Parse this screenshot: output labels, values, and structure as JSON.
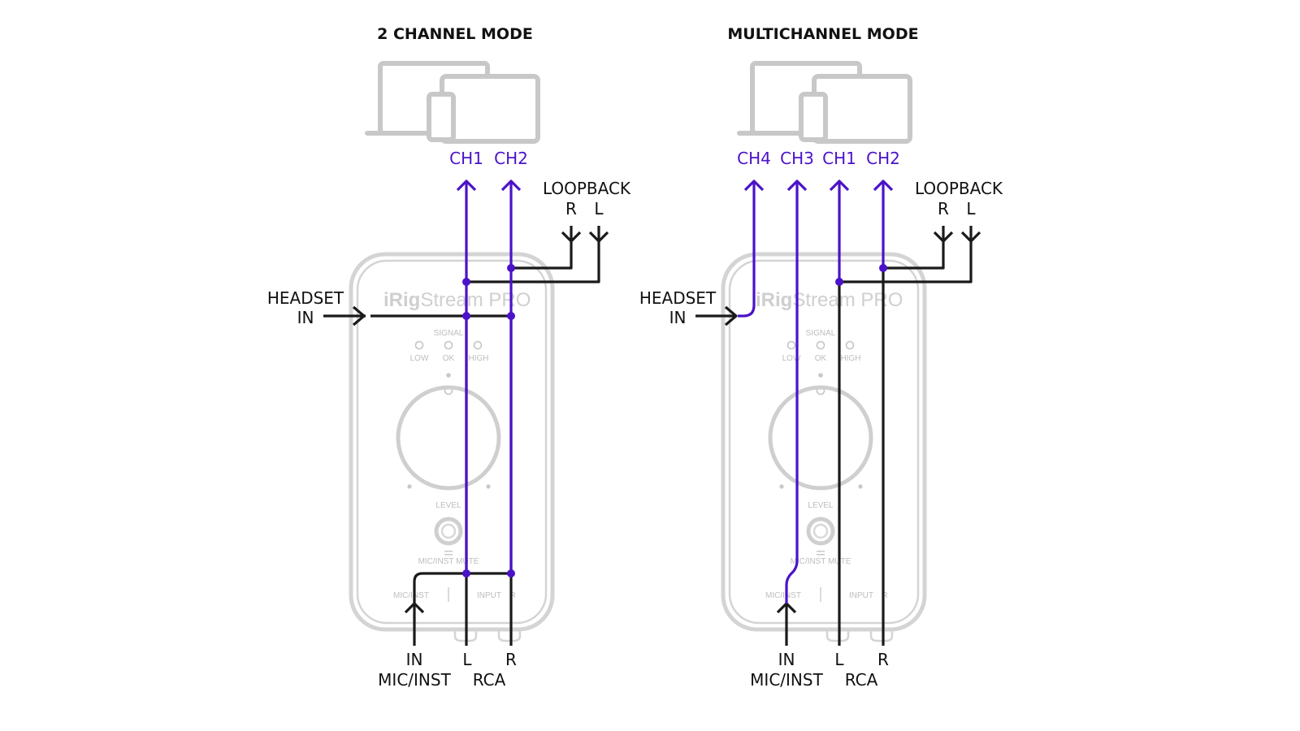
{
  "left_panel": {
    "title": "2 CHANNEL MODE",
    "channels": [
      "CH1",
      "CH2"
    ],
    "loopback": "LOOPBACK",
    "loopback_r": "R",
    "loopback_l": "L",
    "headset_line1": "HEADSET",
    "headset_line2": "IN",
    "bottom_in": "IN",
    "bottom_l": "L",
    "bottom_r": "R",
    "bottom_mic_inst": "MIC/INST",
    "bottom_rca": "RCA"
  },
  "right_panel": {
    "title": "MULTICHANNEL MODE",
    "channels": [
      "CH4",
      "CH3",
      "CH1",
      "CH2"
    ],
    "loopback": "LOOPBACK",
    "loopback_r": "R",
    "loopback_l": "L",
    "headset_line1": "HEADSET",
    "headset_line2": "IN",
    "bottom_in": "IN",
    "bottom_l": "L",
    "bottom_r": "R",
    "bottom_mic_inst": "MIC/INST",
    "bottom_rca": "RCA"
  },
  "device": {
    "logo_bold": "iRig",
    "logo_light": "Stream PRO",
    "signal": "SIGNAL",
    "led_low": "LOW",
    "led_ok": "OK",
    "led_high": "HIGH",
    "level": "LEVEL",
    "mute": "MIC/INST MUTE",
    "port_mic_inst": "MIC/INST",
    "port_input": "INPUT",
    "port_r": "R"
  },
  "colors": {
    "signal_purple": "#4b12c9",
    "wire_black": "#1a1a1a",
    "device_gray": "#d4d4d4"
  },
  "icons": [
    "laptop-icon",
    "tablet-icon",
    "phone-icon"
  ]
}
